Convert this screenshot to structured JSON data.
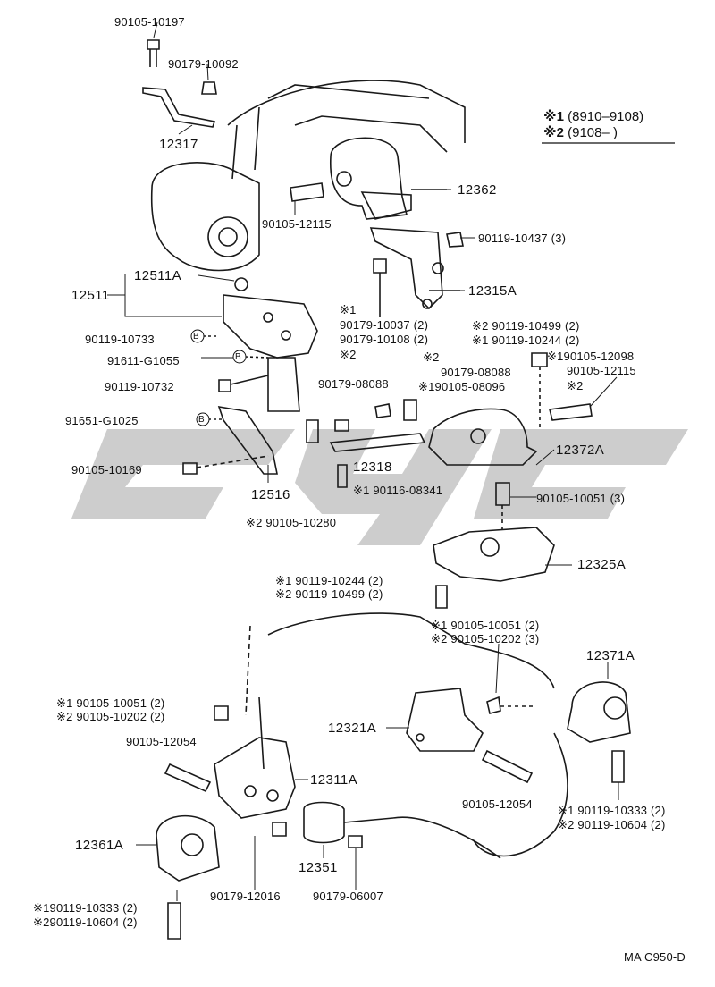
{
  "legend": [
    {
      "mark": "※1",
      "text": "(8910–9108)"
    },
    {
      "mark": "※2",
      "text": "(9108–       )"
    }
  ],
  "watermark": "cyc",
  "drawing_code": "MA C950-D",
  "callout_marker": "B",
  "colors": {
    "line": "#1a1a1a",
    "watermark": "#c8c8c8"
  },
  "labels": {
    "l01": "90105-10197",
    "l02": "90179-10092",
    "l03": "12317",
    "l04": "12362",
    "l05": "90105-12115",
    "l06": "90119-10437 (3)",
    "l07": "12511A",
    "l08": "12511",
    "l09": "12315A",
    "l10": "※1",
    "l11": "90179-10037 (2)",
    "l12": "90179-10108 (2)",
    "l13": "※2",
    "l14": "90119-10733",
    "l15": "91611-G1055",
    "l16": "90119-10732",
    "l17": "※2  90119-10499 (2)",
    "l18": "※1  90119-10244 (2)",
    "l19": "※2",
    "l20": "90179-08088",
    "l21": "90179-08088",
    "l22": "※190105-08096",
    "l23": "※190105-12098",
    "l24": "90105-12115",
    "l25": "※2",
    "l26": "91651-G1025",
    "l27": "90105-10169",
    "l28": "12318",
    "l29": "12372A",
    "l30": "12516",
    "l31": "※1  90116-08341",
    "l32": "※2  90105-10280",
    "l33": "90105-10051 (3)",
    "l34": "12325A",
    "l35": "※1  90119-10244 (2)",
    "l36": "※2  90119-10499 (2)",
    "l37": "※1  90105-10051 (2)",
    "l38": "※2  90105-10202 (3)",
    "l39": "12371A",
    "l40": "※1  90105-10051 (2)",
    "l41": "※2  90105-10202 (2)",
    "l42": "12321A",
    "l43": "90105-12054",
    "l44": "12311A",
    "l45": "90105-12054",
    "l46": "※1  90119-10333 (2)",
    "l47": "※2  90119-10604 (2)",
    "l48": "12361A",
    "l49": "12351",
    "l50": "90179-12016",
    "l51": "90179-06007",
    "l52": "※190119-10333 (2)",
    "l53": "※290119-10604 (2)"
  }
}
